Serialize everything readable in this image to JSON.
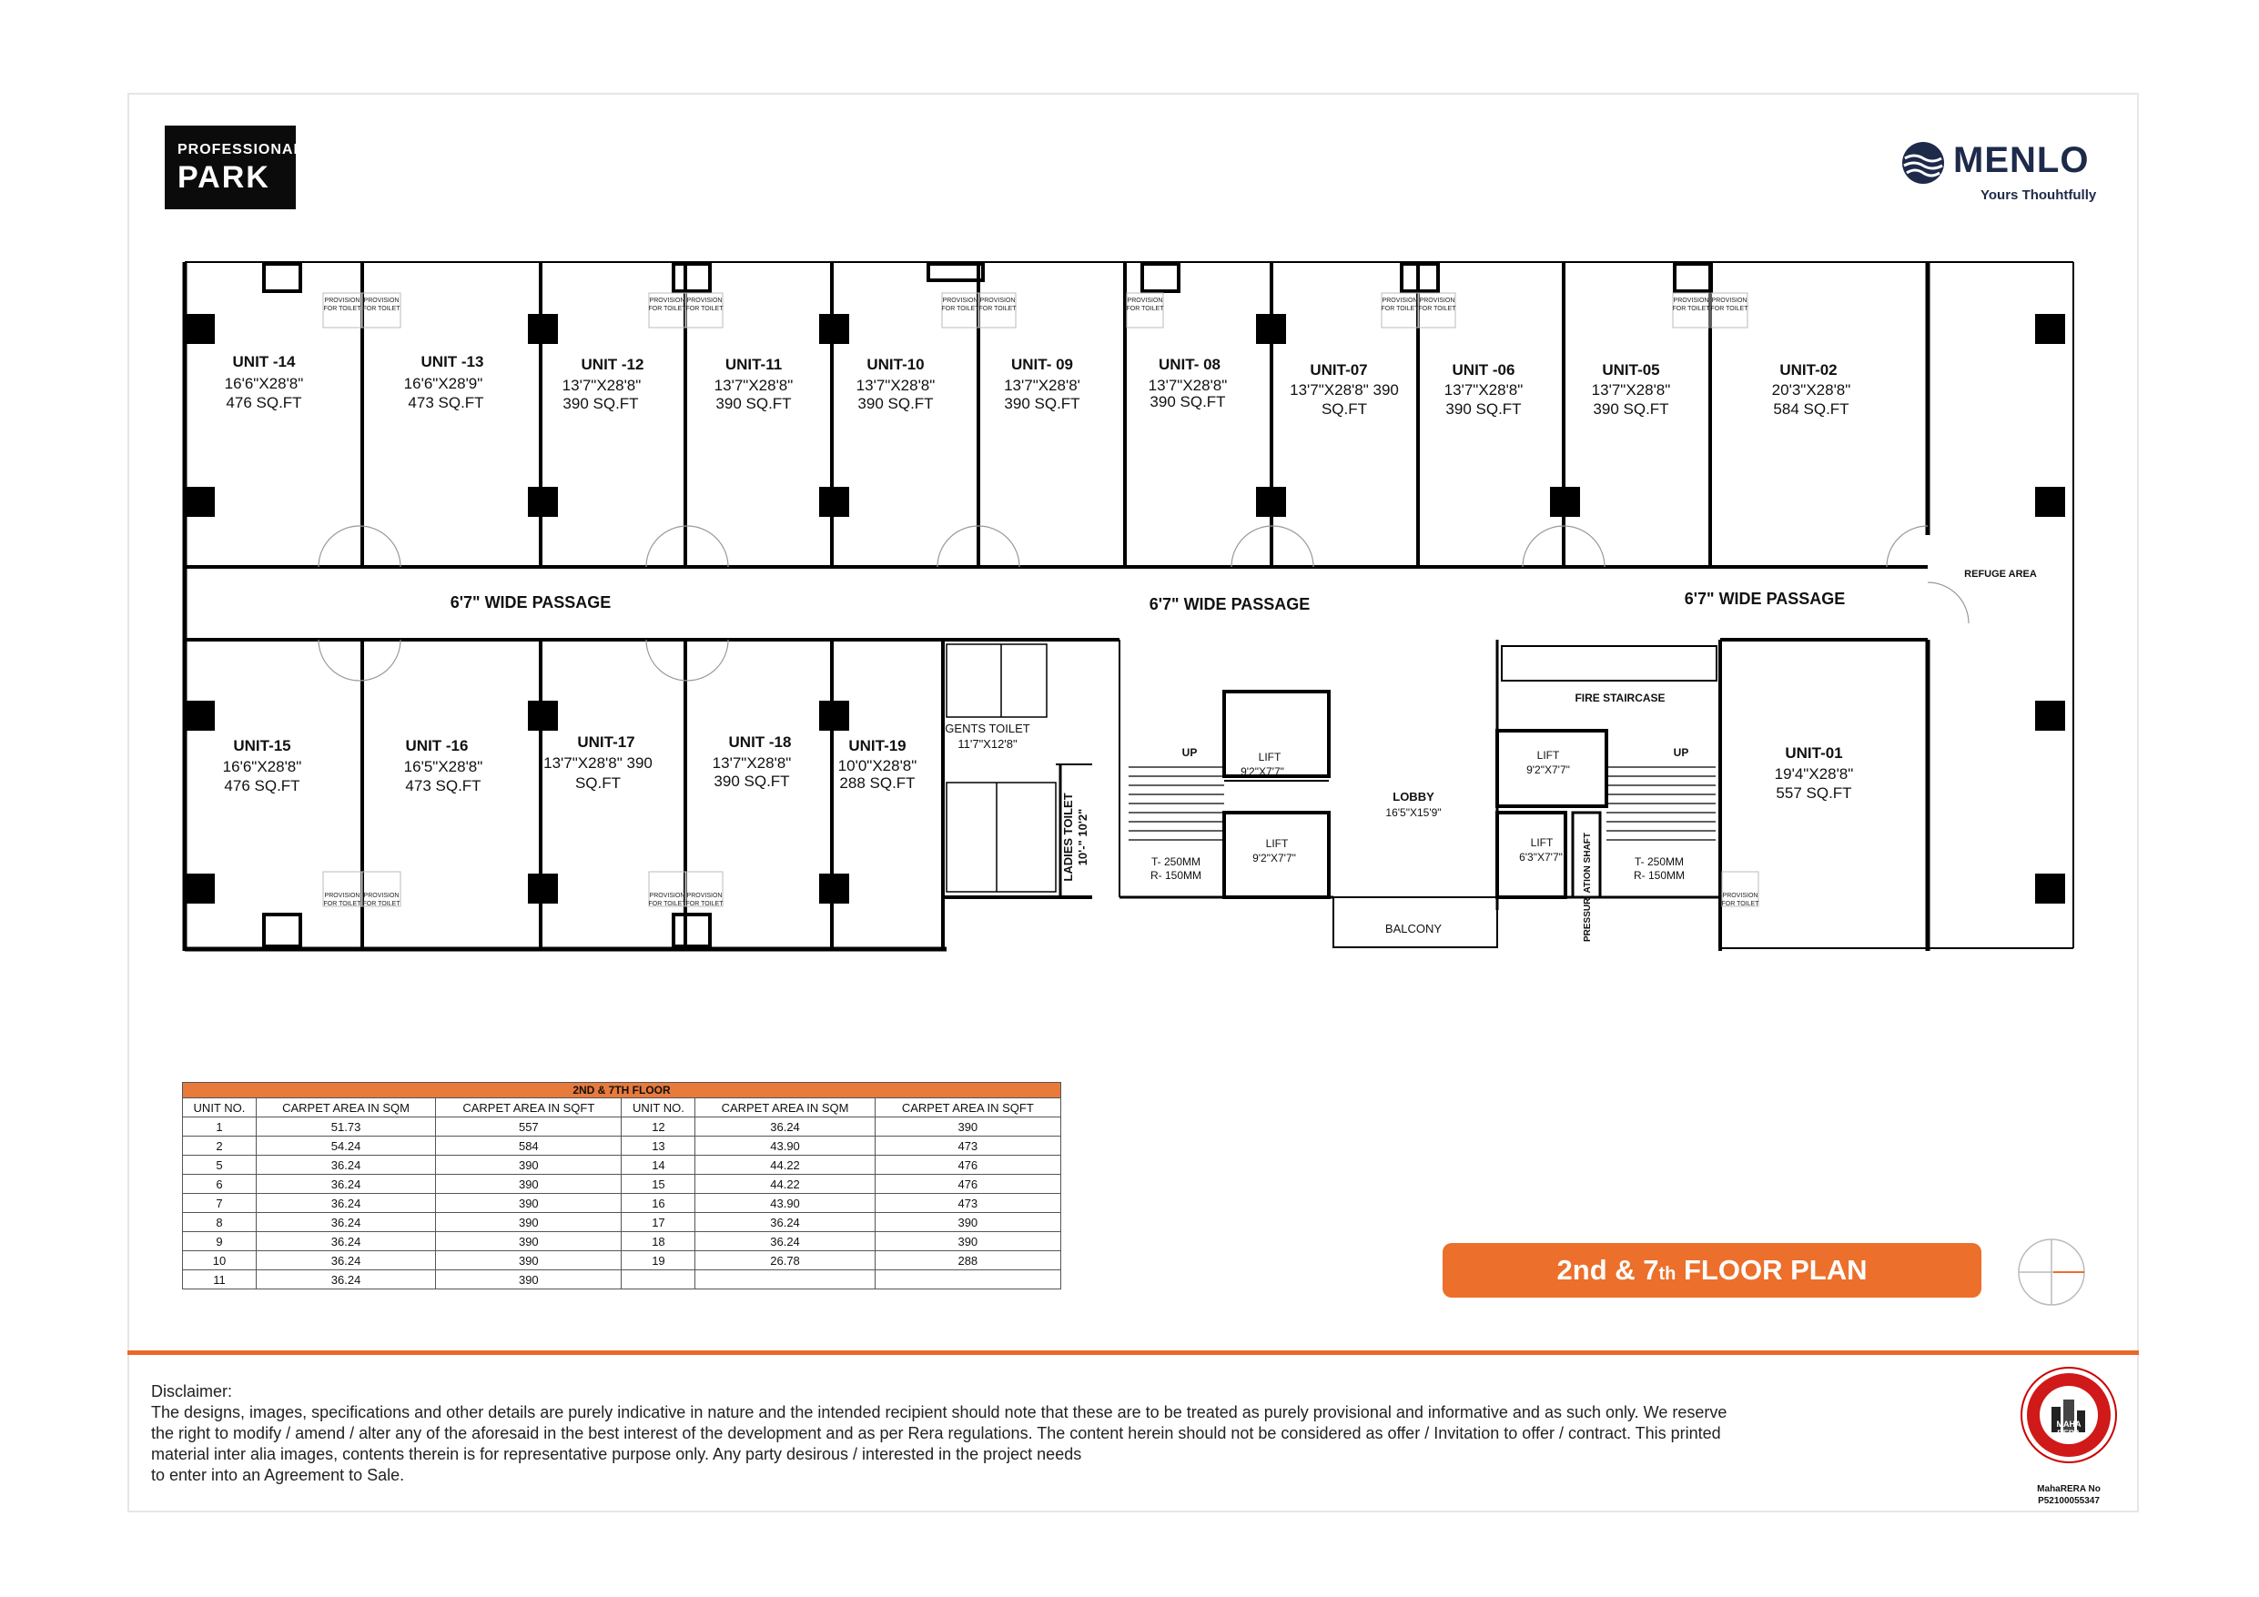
{
  "brand": {
    "left_line1": "PROFESSIONAL",
    "left_line2": "PARK",
    "right_name": "MENLO",
    "right_tagline": "Yours Thouhtfully"
  },
  "units": [
    {
      "name": "UNIT -14",
      "dim": "16'6\"X28'8\"",
      "area": "476 SQ.FT"
    },
    {
      "name": "UNIT -13",
      "dim": "16'6\"X28'9\"",
      "area": "473 SQ.FT"
    },
    {
      "name": "UNIT -12",
      "dim": "13'7\"X28'8\"",
      "area": "390 SQ.FT"
    },
    {
      "name": "UNIT-11",
      "dim": "13'7\"X28'8\"",
      "area": "390 SQ.FT"
    },
    {
      "name": "UNIT-10",
      "dim": "13'7\"X28'8\"",
      "area": "390 SQ.FT"
    },
    {
      "name": "UNIT- 09",
      "dim": "13'7\"X28'8'",
      "area": "390 SQ.FT"
    },
    {
      "name": "UNIT- 08",
      "dim": "13'7\"X28'8\"",
      "area": "390 SQ.FT"
    },
    {
      "name": "UNIT-07",
      "dim": "13'7\"X28'8\" 390",
      "area": "SQ.FT"
    },
    {
      "name": "UNIT -06",
      "dim": "13'7\"X28'8\"",
      "area": "390 SQ.FT"
    },
    {
      "name": "UNIT-05",
      "dim": "13'7\"X28'8\"",
      "area": "390 SQ.FT"
    },
    {
      "name": "UNIT-02",
      "dim": "20'3\"X28'8\"",
      "area": "584 SQ.FT"
    },
    {
      "name": "UNIT-15",
      "dim": "16'6\"X28'8\"",
      "area": "476 SQ.FT"
    },
    {
      "name": "UNIT -16",
      "dim": "16'5\"X28'8\"",
      "area": "473 SQ.FT"
    },
    {
      "name": "UNIT-17",
      "dim": "13'7\"X28'8\" 390",
      "area": "SQ.FT"
    },
    {
      "name": "UNIT -18",
      "dim": "13'7\"X28'8\"",
      "area": "390 SQ.FT"
    },
    {
      "name": "UNIT-19",
      "dim": "10'0\"X28'8\"",
      "area": "288 SQ.FT"
    },
    {
      "name": "UNIT-01",
      "dim": "19'4\"X28'8\"",
      "area": "557 SQ.FT"
    }
  ],
  "labels": {
    "passage": "6'7\" WIDE PASSAGE",
    "refuge": "REFUGE AREA",
    "gents_toilet": "GENTS TOILET",
    "gents_dim": "11'7\"X12'8\"",
    "ladies_toilet": "LADIES TOILET",
    "ladies_dim": "10'-\" 10'2\"",
    "up": "UP",
    "lift": "LIFT",
    "lift_dim1": "9'2\"X7'7\"",
    "lift_dim2": "6'3\"X7'7\"",
    "tread": "T- 250MM",
    "riser": "R- 150MM",
    "lobby": "LOBBY",
    "lobby_dim": "16'5\"X15'9\"",
    "balcony": "BALCONY",
    "fire_staircase": "FIRE STAIRCASE",
    "pressurisation_shaft": "PRESSURI ATION SHAFT",
    "provision_line1": "PROVISION",
    "provision_line2": "FOR TOILET"
  },
  "table": {
    "caption": "2ND & 7TH FLOOR",
    "headers": [
      "UNIT NO.",
      "CARPET AREA IN SQM",
      "CARPET AREA IN SQFT",
      "UNIT NO.",
      "CARPET AREA IN SQM",
      "CARPET AREA IN SQFT"
    ],
    "rows": [
      [
        "1",
        "51.73",
        "557",
        "12",
        "36.24",
        "390"
      ],
      [
        "2",
        "54.24",
        "584",
        "13",
        "43.90",
        "473"
      ],
      [
        "5",
        "36.24",
        "390",
        "14",
        "44.22",
        "476"
      ],
      [
        "6",
        "36.24",
        "390",
        "15",
        "44.22",
        "476"
      ],
      [
        "7",
        "36.24",
        "390",
        "16",
        "43.90",
        "473"
      ],
      [
        "8",
        "36.24",
        "390",
        "17",
        "36.24",
        "390"
      ],
      [
        "9",
        "36.24",
        "390",
        "18",
        "36.24",
        "390"
      ],
      [
        "10",
        "36.24",
        "390",
        "19",
        "26.78",
        "288"
      ],
      [
        "11",
        "36.24",
        "390",
        "",
        "",
        ""
      ]
    ]
  },
  "banner": {
    "text_a": "2nd & 7",
    "text_sup": "th",
    "text_b": " FLOOR PLAN"
  },
  "disclaimer": {
    "heading": "Disclaimer:",
    "line1": "The designs, images, specifications and other details are purely indicative in nature and the intended recipient should note that these are to be treated as purely provisional and informative and as such only. We reserve",
    "line2": "the right to modify / amend / alter any of the aforesaid in the best interest of the development and as per Rera regulations. The content herein should not be considered as offer / Invitation to offer / contract. This printed",
    "line3": "material inter alia images, contents therein is for representative purpose only. Any party desirous / interested in the project needs",
    "line4": "to enter into an Agreement to Sale."
  },
  "rera": {
    "label": "MahaRERA No",
    "number": "P52100055347",
    "seal_top": "MAHA",
    "seal_bottom": "RERA"
  },
  "colors": {
    "accent": "#ec6f2b",
    "wall": "#000000",
    "brand_navy": "#1e2a4a"
  }
}
